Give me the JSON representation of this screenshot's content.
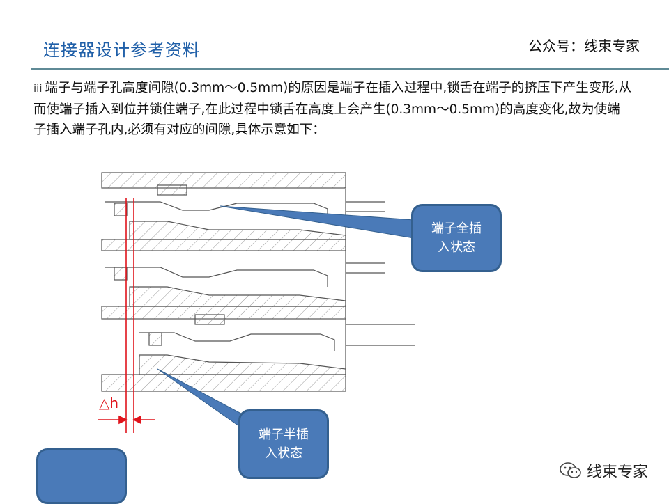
{
  "header": {
    "title": "连接器设计参考资料",
    "source": "公众号：线束专家"
  },
  "body": {
    "numeral": "iii",
    "paragraph": "端子与端子孔高度间隙(0.3mm～0.5mm)的原因是端子在插入过程中,锁舌在端子的挤压下产生变形,从而使端子插入到位并锁住端子,在此过程中锁舌在高度上会产生(0.3mm～0.5mm)的高度变化,故为使端子插入端子孔内,必须有对应的间隙,具体示意如下："
  },
  "figure": {
    "callout_full_line1": "端子全插",
    "callout_full_line2": "入状态",
    "callout_half_line1": "端子半插",
    "callout_half_line2": "入状态",
    "dimension_label": "△h",
    "colors": {
      "callout_fill": "#4a7ab8",
      "callout_border": "#34608f",
      "dimension": "#e0141c",
      "title": "#1f5fa8"
    }
  },
  "watermark": {
    "icon": "wechat-icon",
    "text": "线束专家"
  }
}
